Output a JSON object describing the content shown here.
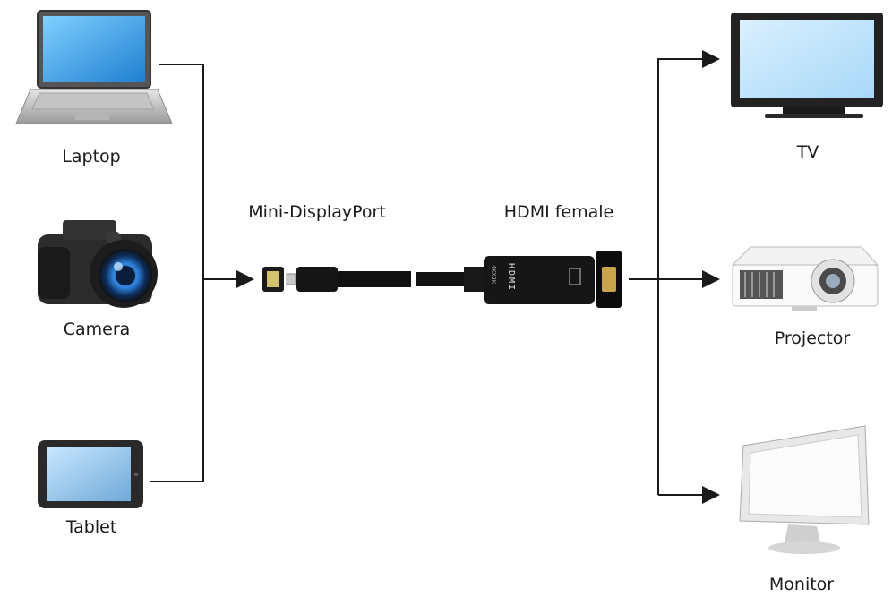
{
  "sources": [
    {
      "id": "laptop",
      "label": "Laptop",
      "icon": "laptop-icon"
    },
    {
      "id": "camera",
      "label": "Camera",
      "icon": "camera-icon"
    },
    {
      "id": "tablet",
      "label": "Tablet",
      "icon": "tablet-icon"
    }
  ],
  "adapter": {
    "input_label": "Mini-DisplayPort",
    "output_label": "HDMI female",
    "body_text": "HDMI",
    "body_subtext": "4KX2K"
  },
  "destinations": [
    {
      "id": "tv",
      "label": "TV",
      "icon": "tv-icon"
    },
    {
      "id": "projector",
      "label": "Projector",
      "icon": "projector-icon"
    },
    {
      "id": "monitor",
      "label": "Monitor",
      "icon": "monitor-icon"
    }
  ],
  "colors": {
    "line": "#1a1a1a",
    "screen": "#3a9ee0",
    "device_body": "#2b2b2b",
    "cable": "#111111"
  }
}
